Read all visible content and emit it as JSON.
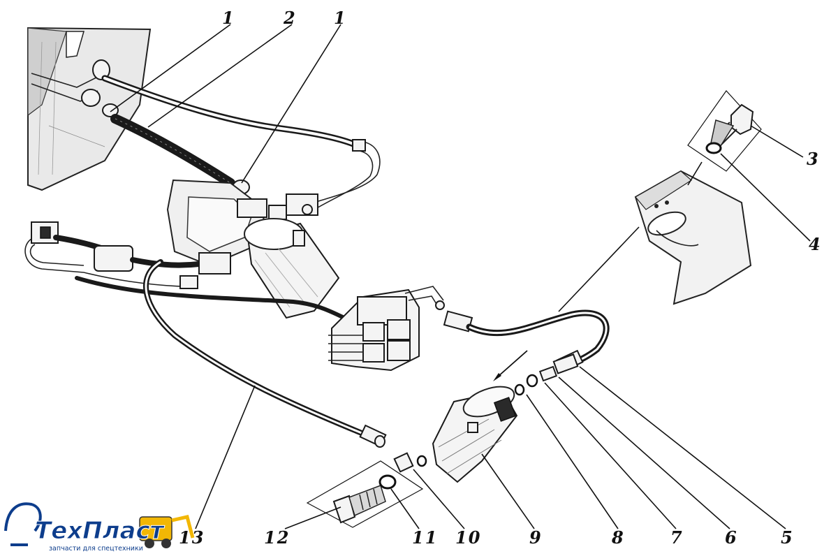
{
  "diagram": {
    "callouts": {
      "c1a": "1",
      "c2": "2",
      "c1b": "1",
      "c3": "3",
      "c4": "4",
      "c5": "5",
      "c6": "6",
      "c7": "7",
      "c8": "8",
      "c9": "9",
      "c10": "10",
      "c11": "11",
      "c12": "12",
      "c13": "13"
    }
  },
  "watermark": {
    "name": "ТехПласт",
    "tagline": "запчасти для спецтехники",
    "brand_color": "#0d3d8c",
    "accent_color": "#f2b705"
  }
}
